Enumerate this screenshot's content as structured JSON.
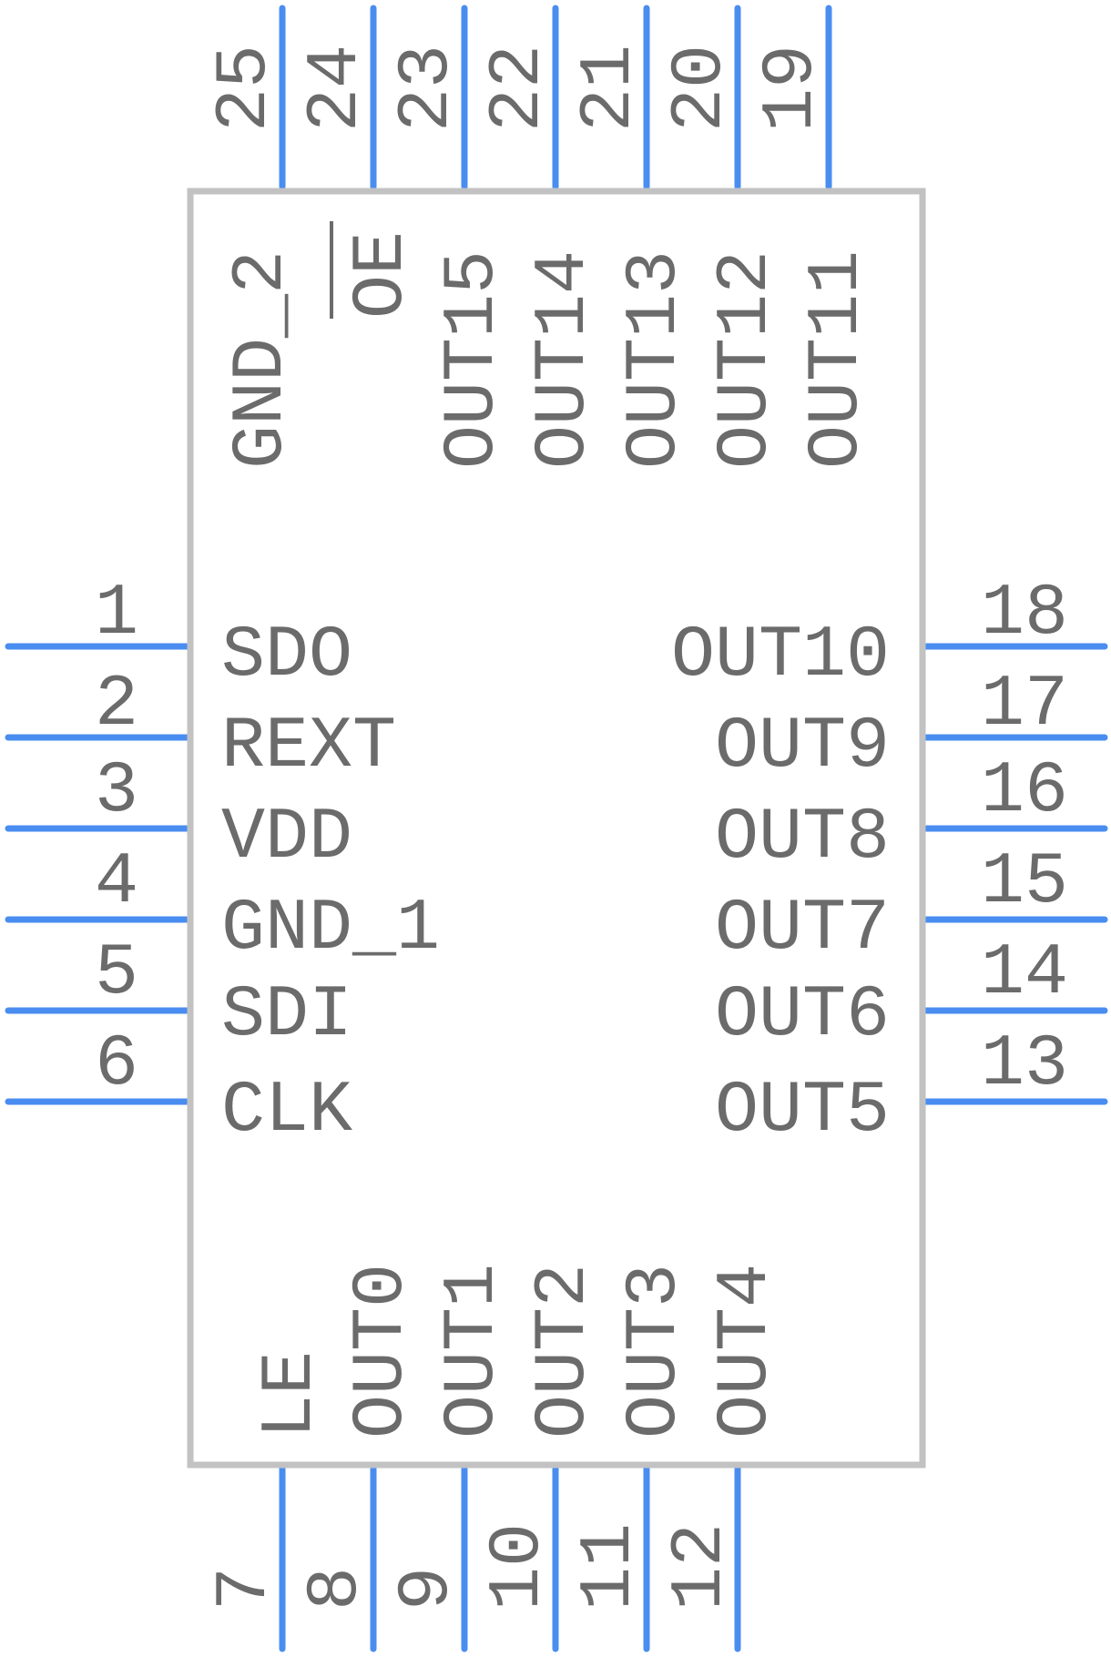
{
  "colors": {
    "pin": "#4a8df0",
    "body": "#c2c2c2",
    "text": "#6b6b6b"
  },
  "pins": {
    "left": [
      {
        "number": "1",
        "label": "SDO"
      },
      {
        "number": "2",
        "label": "REXT"
      },
      {
        "number": "3",
        "label": "VDD"
      },
      {
        "number": "4",
        "label": "GND_1"
      },
      {
        "number": "5",
        "label": "SDI"
      },
      {
        "number": "6",
        "label": "CLK"
      }
    ],
    "right": [
      {
        "number": "18",
        "label": "OUT10"
      },
      {
        "number": "17",
        "label": "OUT9"
      },
      {
        "number": "16",
        "label": "OUT8"
      },
      {
        "number": "15",
        "label": "OUT7"
      },
      {
        "number": "14",
        "label": "OUT6"
      },
      {
        "number": "13",
        "label": "OUT5"
      }
    ],
    "top": [
      {
        "number": "25",
        "label": "GND_2"
      },
      {
        "number": "24",
        "label": "OE",
        "overline": true
      },
      {
        "number": "23",
        "label": "OUT15"
      },
      {
        "number": "22",
        "label": "OUT14"
      },
      {
        "number": "21",
        "label": "OUT13"
      },
      {
        "number": "20",
        "label": "OUT12"
      },
      {
        "number": "19",
        "label": "OUT11"
      }
    ],
    "bottom": [
      {
        "number": "7",
        "label": "LE"
      },
      {
        "number": "8",
        "label": "OUT0"
      },
      {
        "number": "9",
        "label": "OUT1"
      },
      {
        "number": "10",
        "label": "OUT2"
      },
      {
        "number": "11",
        "label": "OUT3"
      },
      {
        "number": "12",
        "label": "OUT4"
      }
    ]
  }
}
